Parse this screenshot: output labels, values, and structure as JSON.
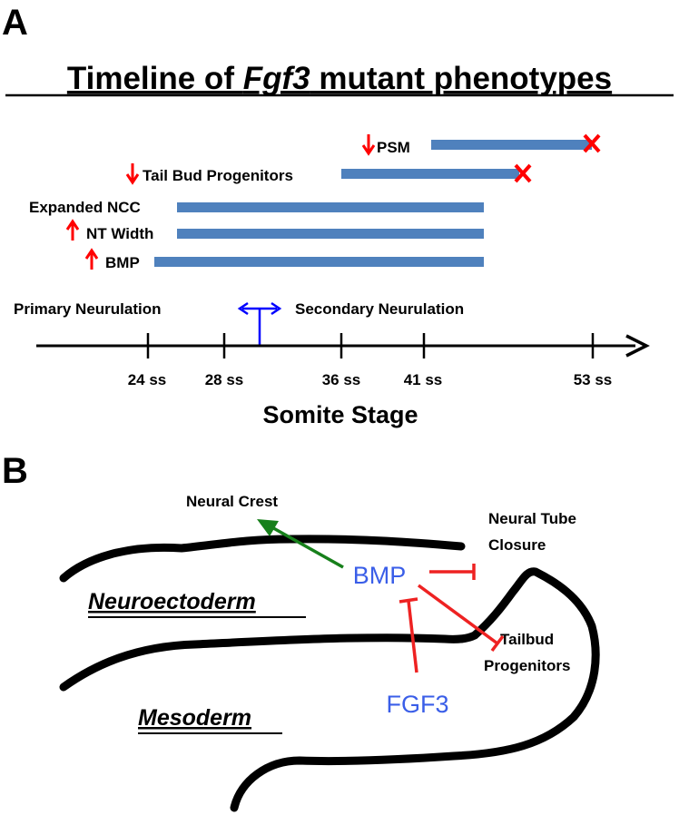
{
  "panel_a": {
    "letter": "A",
    "title_pre": "Timeline of ",
    "title_italic": "Fgf3",
    "title_post": " mutant phenotypes",
    "bars": [
      {
        "label": "PSM",
        "arrow": "down",
        "ends_with_x": true
      },
      {
        "label": "Tail Bud Progenitors",
        "arrow": "down",
        "ends_with_x": true
      },
      {
        "label": "Expanded NCC",
        "arrow": "none",
        "ends_with_x": false
      },
      {
        "label": "NT Width",
        "arrow": "up",
        "ends_with_x": false
      },
      {
        "label": "BMP",
        "arrow": "up",
        "ends_with_x": false
      }
    ],
    "phase_left": "Primary Neurulation",
    "phase_right": "Secondary Neurulation",
    "ticks": [
      "24 ss",
      "28 ss",
      "36 ss",
      "41 ss",
      "53 ss"
    ],
    "axis_title": "Somite Stage",
    "colors": {
      "bar": "#4f81bd",
      "arrow": "#ff0000",
      "transition": "#0000ff",
      "cross": "#ff0000"
    }
  },
  "panel_b": {
    "letter": "B",
    "neural_crest": "Neural Crest",
    "ntc_line1": "Neural Tube",
    "ntc_line2": "Closure",
    "bmp": "BMP",
    "tailbud_line1": "Tailbud",
    "tailbud_line2": "Progenitors",
    "fgf3": "FGF3",
    "neuroectoderm": "Neuroectoderm",
    "mesoderm": "Mesoderm",
    "colors": {
      "factor_text": "#3a5ee8",
      "activation": "#17801b",
      "inhibition": "#ee2222"
    }
  }
}
